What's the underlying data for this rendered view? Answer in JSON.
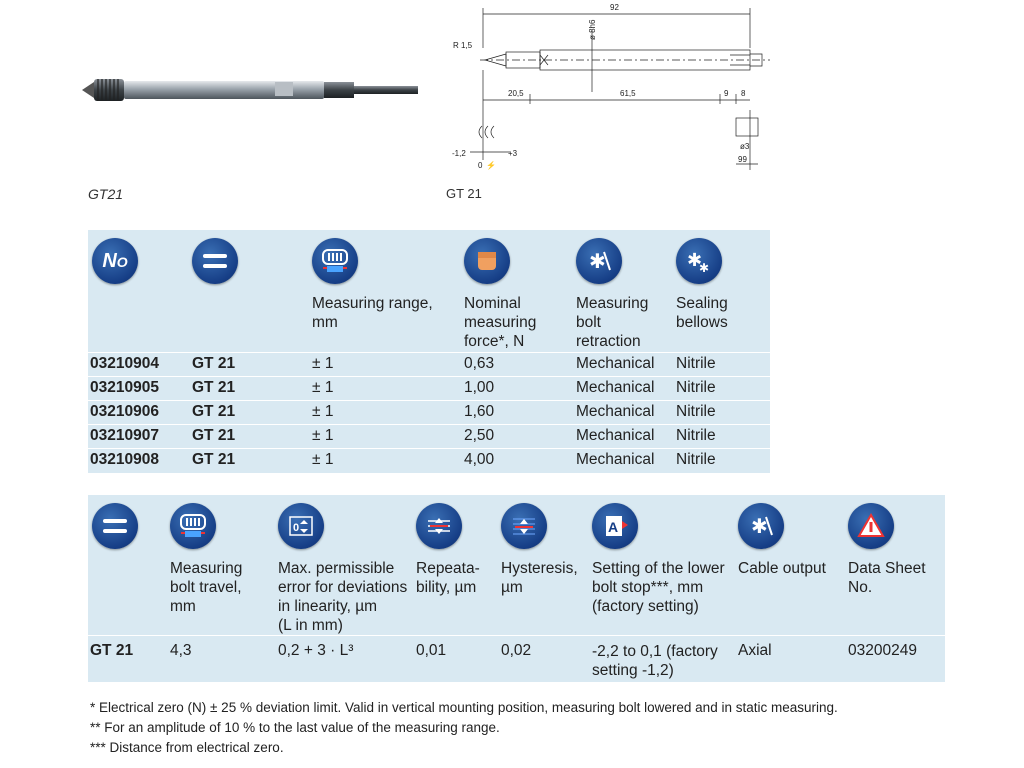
{
  "captions": {
    "photo": "GT21",
    "drawing": "GT 21"
  },
  "drawing": {
    "dim_overall": "92",
    "dim_radius": "R 1,5",
    "dim_shaft_dia": "ø 8h6",
    "dim_front": "20,5",
    "dim_body": "61,5",
    "dim_9": "9",
    "dim_8": "8",
    "dim_cable_dia": "ø3",
    "dim_99": "99",
    "dim_neg": "-1,2",
    "dim_pos": "+3",
    "dim_zero": "0",
    "zero_symbol": "⚡"
  },
  "table1": {
    "icons": [
      "NO",
      "=",
      "range",
      "force",
      "retract",
      "bellows"
    ],
    "headers": [
      "",
      "",
      "Measuring range,\nmm",
      "Nominal\nmeasuring\nforce*, N",
      "Measuring\nbolt\nretraction",
      "Sealing\nbellows"
    ],
    "rows": [
      [
        "03210904",
        "GT 21",
        "± 1",
        "0,63",
        "Mechanical",
        "Nitrile"
      ],
      [
        "03210905",
        "GT 21",
        "± 1",
        "1,00",
        "Mechanical",
        "Nitrile"
      ],
      [
        "03210906",
        "GT 21",
        "± 1",
        "1,60",
        "Mechanical",
        "Nitrile"
      ],
      [
        "03210907",
        "GT 21",
        "± 1",
        "2,50",
        "Mechanical",
        "Nitrile"
      ],
      [
        "03210908",
        "GT 21",
        "± 1",
        "4,00",
        "Mechanical",
        "Nitrile"
      ]
    ]
  },
  "table2": {
    "headers": [
      "",
      "Measuring\nbolt travel,\nmm",
      "Max. permissible\nerror for deviations\nin linearity, µm\n(L in mm)",
      "Repeata-\nbility, µm",
      "Hysteresis,\nµm",
      "Setting of the lower\nbolt stop***, mm\n(factory setting)",
      "Cable output",
      "Data Sheet\nNo."
    ],
    "row": [
      "GT 21",
      "4,3",
      "0,2 + 3 · L³",
      "0,01",
      "0,02",
      "-2,2 to 0,1 (factory\nsetting -1,2)",
      "Axial",
      "03200249"
    ]
  },
  "footnotes": [
    "* Electrical zero (N) ± 25 % deviation limit. Valid in vertical mounting position, measuring bolt lowered and in static measuring.",
    "** For an amplitude of 10 % to the last value of the measuring range.",
    "*** Distance from electrical zero."
  ]
}
